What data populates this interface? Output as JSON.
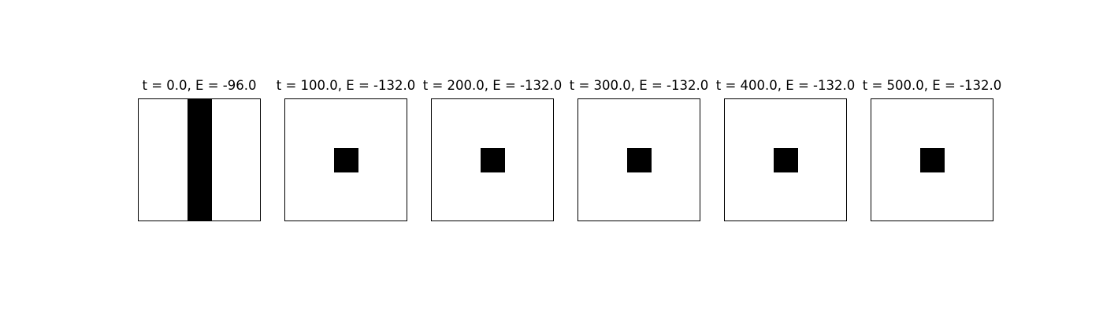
{
  "chart_data": {
    "type": "heatmap",
    "grid_size": 5,
    "colors": {
      "filled": "#000000",
      "empty": "#ffffff",
      "frame": "#000000"
    },
    "panels": [
      {
        "title": "t = 0.0, E = -96.0",
        "t": 0.0,
        "E": -96.0,
        "cells": [
          [
            0,
            0,
            1,
            0,
            0
          ],
          [
            0,
            0,
            1,
            0,
            0
          ],
          [
            0,
            0,
            1,
            0,
            0
          ],
          [
            0,
            0,
            1,
            0,
            0
          ],
          [
            0,
            0,
            1,
            0,
            0
          ]
        ]
      },
      {
        "title": "t = 100.0, E = -132.0",
        "t": 100.0,
        "E": -132.0,
        "cells": [
          [
            0,
            0,
            0,
            0,
            0
          ],
          [
            0,
            0,
            0,
            0,
            0
          ],
          [
            0,
            0,
            1,
            0,
            0
          ],
          [
            0,
            0,
            0,
            0,
            0
          ],
          [
            0,
            0,
            0,
            0,
            0
          ]
        ]
      },
      {
        "title": "t = 200.0, E = -132.0",
        "t": 200.0,
        "E": -132.0,
        "cells": [
          [
            0,
            0,
            0,
            0,
            0
          ],
          [
            0,
            0,
            0,
            0,
            0
          ],
          [
            0,
            0,
            1,
            0,
            0
          ],
          [
            0,
            0,
            0,
            0,
            0
          ],
          [
            0,
            0,
            0,
            0,
            0
          ]
        ]
      },
      {
        "title": "t = 300.0, E = -132.0",
        "t": 300.0,
        "E": -132.0,
        "cells": [
          [
            0,
            0,
            0,
            0,
            0
          ],
          [
            0,
            0,
            0,
            0,
            0
          ],
          [
            0,
            0,
            1,
            0,
            0
          ],
          [
            0,
            0,
            0,
            0,
            0
          ],
          [
            0,
            0,
            0,
            0,
            0
          ]
        ]
      },
      {
        "title": "t = 400.0, E = -132.0",
        "t": 400.0,
        "E": -132.0,
        "cells": [
          [
            0,
            0,
            0,
            0,
            0
          ],
          [
            0,
            0,
            0,
            0,
            0
          ],
          [
            0,
            0,
            1,
            0,
            0
          ],
          [
            0,
            0,
            0,
            0,
            0
          ],
          [
            0,
            0,
            0,
            0,
            0
          ]
        ]
      },
      {
        "title": "t = 500.0, E = -132.0",
        "t": 500.0,
        "E": -132.0,
        "cells": [
          [
            0,
            0,
            0,
            0,
            0
          ],
          [
            0,
            0,
            0,
            0,
            0
          ],
          [
            0,
            0,
            1,
            0,
            0
          ],
          [
            0,
            0,
            0,
            0,
            0
          ],
          [
            0,
            0,
            0,
            0,
            0
          ]
        ]
      }
    ]
  }
}
